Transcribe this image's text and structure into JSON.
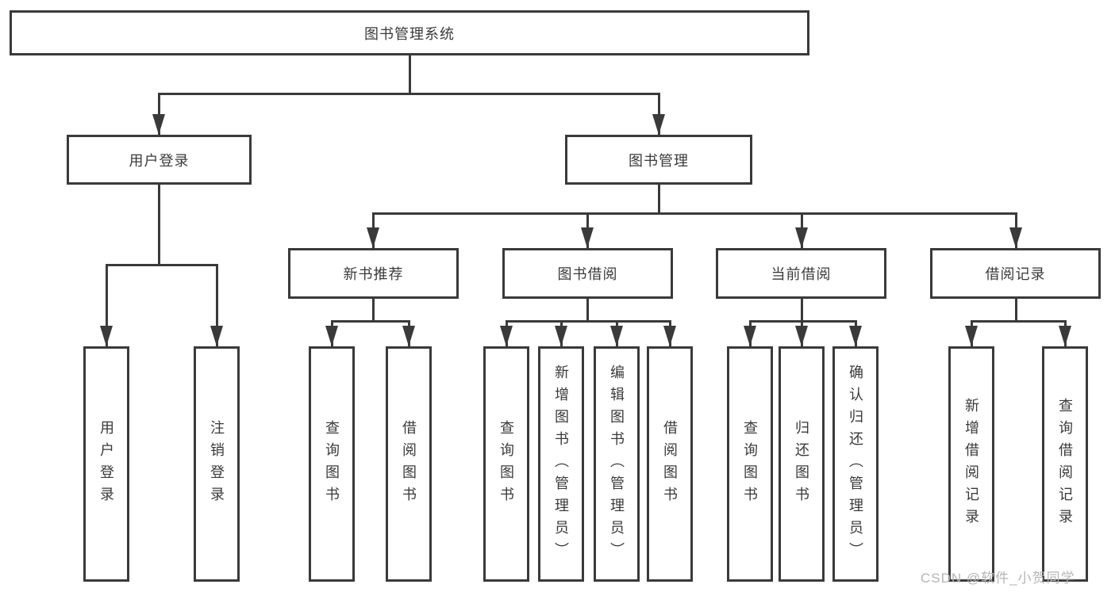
{
  "diagram": {
    "root": {
      "label": "图书管理系统"
    },
    "level1": [
      {
        "label": "用户登录"
      },
      {
        "label": "图书管理"
      }
    ],
    "level2": [
      {
        "label": "新书推荐"
      },
      {
        "label": "图书借阅"
      },
      {
        "label": "当前借阅"
      },
      {
        "label": "借阅记录"
      }
    ],
    "leaves": [
      {
        "label": "用户登录"
      },
      {
        "label": "注销登录"
      },
      {
        "label": "查询图书"
      },
      {
        "label": "借阅图书"
      },
      {
        "label": "查询图书"
      },
      {
        "label": "新增图书（管理员）"
      },
      {
        "label": "编辑图书（管理员）"
      },
      {
        "label": "借阅图书"
      },
      {
        "label": "查询图书"
      },
      {
        "label": "归还图书"
      },
      {
        "label": "确认归还（管理员）"
      },
      {
        "label": "新增借阅记录"
      },
      {
        "label": "查询借阅记录"
      }
    ],
    "colors": {
      "line": "#3a3a3a",
      "text": "#3a3a3a",
      "watermark": "#b5b5b5",
      "background": "#ffffff"
    },
    "watermark": "CSDN @软件_小贺同学"
  }
}
